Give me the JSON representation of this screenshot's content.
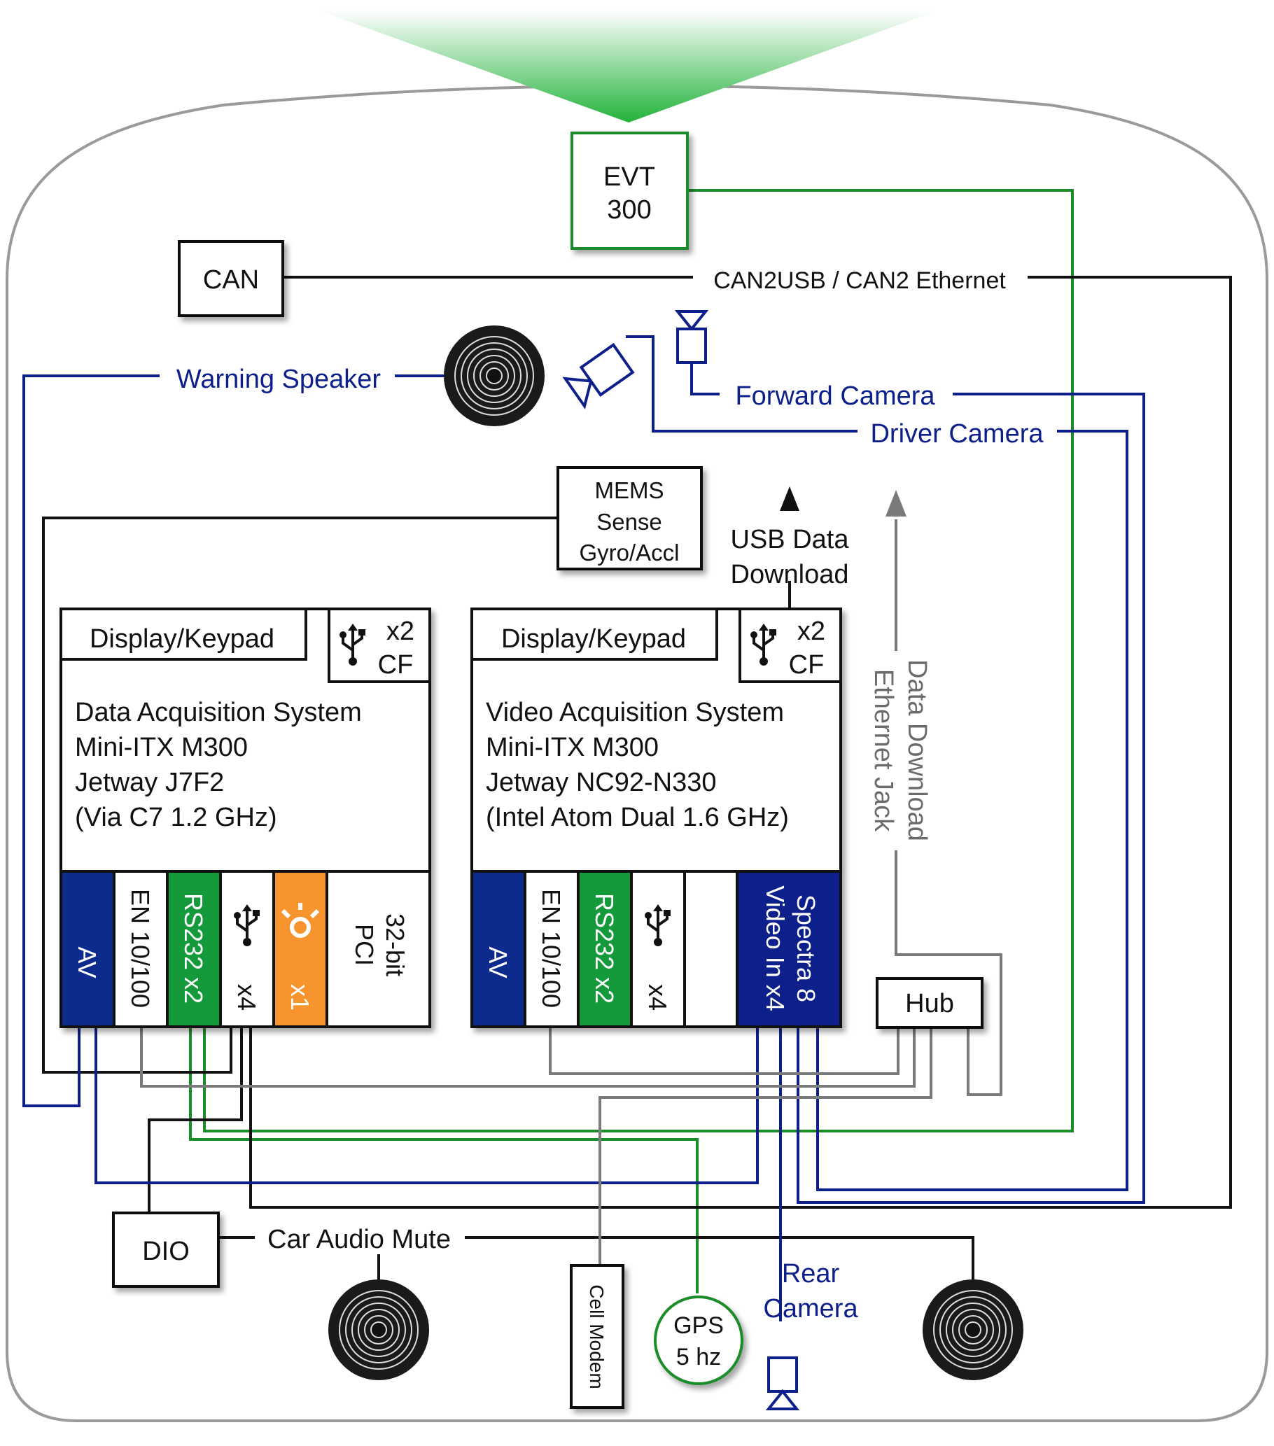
{
  "colors": {
    "accent_green": "#1c8b2a",
    "cable_blue": "#0d1f8a",
    "cable_gray": "#7a7a7a",
    "port_blue": "#0d2b8c",
    "port_green": "#159a3b",
    "port_orange": "#f7942e",
    "windshield_green": "#22b33a"
  },
  "evt": {
    "line1": "EVT",
    "line2": "300"
  },
  "can": {
    "label": "CAN",
    "wire_label": "CAN2USB / CAN2 Ethernet"
  },
  "speaker": {
    "label": "Warning Speaker"
  },
  "cameras": {
    "forward": "Forward Camera",
    "driver": "Driver Camera",
    "rear1": "Rear",
    "rear2": "Camera"
  },
  "mems": {
    "line1": "MEMS",
    "line2": "Sense",
    "line3": "Gyro/Accl"
  },
  "usb_download": {
    "line1": "USB Data",
    "line2": "Download"
  },
  "ethernet": {
    "line1": "Data Download",
    "line2": "Ethernet Jack"
  },
  "hub": {
    "label": "Hub"
  },
  "das": {
    "display": "Display/Keypad",
    "usb_count": "x2",
    "cf": "CF",
    "title": "Data Acquisition System",
    "line2": "Mini-ITX M300",
    "line3": "Jetway J7F2",
    "line4": "(Via C7 1.2 GHz)",
    "ports": {
      "av": "AV",
      "en": "EN 10/100",
      "rs232": "RS232 x2",
      "usb": "x4",
      "firewire": "x1",
      "pci1": "32-bit",
      "pci2": "PCI"
    }
  },
  "vas": {
    "display": "Display/Keypad",
    "usb_count": "x2",
    "cf": "CF",
    "title": "Video Acquisition System",
    "line2": "Mini-ITX M300",
    "line3": "Jetway NC92-N330",
    "line4": "(Intel Atom Dual 1.6 GHz)",
    "ports": {
      "av": "AV",
      "en": "EN 10/100",
      "rs232": "RS232 x2",
      "usb": "x4",
      "spectra1": "Spectra 8",
      "spectra2": "Video In x4"
    }
  },
  "dio": {
    "label": "DIO",
    "wire_label": "Car Audio Mute"
  },
  "cell_modem": {
    "label": "Cell Modem"
  },
  "gps": {
    "line1": "GPS",
    "line2": "5 hz"
  }
}
